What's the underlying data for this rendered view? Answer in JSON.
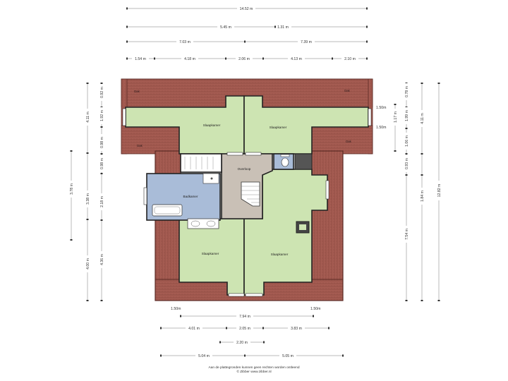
{
  "colors": {
    "roof": "#a55c52",
    "roof_dark": "#7a3a33",
    "wall": "#222222",
    "bedroom": "#cde4b2",
    "bathroom": "#a9bcd8",
    "landing": "#c9c0b6",
    "window": "#cfe6e2"
  },
  "rooms": {
    "slaapkamer_nw": "Slaapkamer",
    "slaapkamer_ne": "Slaapkamer",
    "slaapkamer_sw": "Slaapkamer",
    "slaapkamer_se": "Slaapkamer",
    "badkamer": "Badkamer",
    "overloop": "Overloop",
    "roof_nw": "Dak",
    "roof_ne": "Dak",
    "roof_w": "Dak",
    "roof_e": "Dak"
  },
  "dims_top": {
    "total": "14.52 m",
    "r2_a": "5.45 m",
    "r2_b": "1.31 m",
    "r3_a": "7.03 m",
    "r3_b": "7.39 m",
    "r4_a": "1.54 m",
    "r4_b": "4.18 m",
    "r4_c": "2.06 m",
    "r4_d": "4.13 m",
    "r4_e": "2.10 m"
  },
  "dims_left": {
    "outer_top": "4.11 m",
    "outer_mid": "3.78 m",
    "outer_bot": "4.00 m",
    "inner_a": "0.92 m",
    "inner_b": "1.92 m",
    "inner_c": "0.98 m",
    "inner_d": "0.98 m",
    "inner_e": "3.38 m",
    "inner_f": "2.18 m",
    "inner_g": "4.36 m"
  },
  "dims_right": {
    "outer": "12.82 m",
    "mid_a": "4.11 m",
    "mid_b": "1.84 m",
    "mid_c": "7.54 m",
    "inner_a": "0.78 m",
    "inner_b": "1.99 m",
    "inner_c": "1.06 m",
    "inner_d": "0.93 m",
    "inner_e": "1.17 m",
    "label_top": "1.50m",
    "label_bot": "1.50m"
  },
  "dims_bottom": {
    "label_left": "1.50m",
    "label_right": "1.50m",
    "total": "7.94 m",
    "r2_a": "4.01 m",
    "r2_b": "2.05 m",
    "r2_c": "3.83 m",
    "r3": "2.20 m",
    "r4_a": "5.04 m",
    "r4_b": "5.05 m"
  },
  "disclaimer": {
    "line1": "Aan de plattegronden kunnen geen rechten worden ontleend",
    "line2": "© Zibber www.zibber.nl"
  }
}
